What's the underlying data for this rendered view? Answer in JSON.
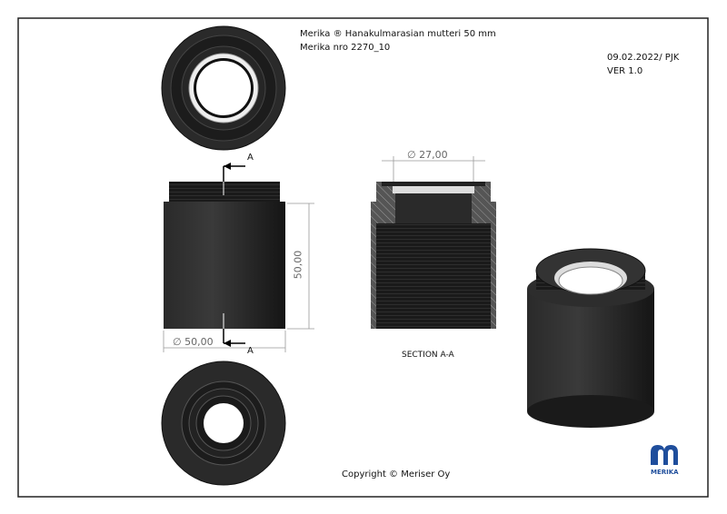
{
  "header": {
    "title": "Merika ® Hanakulmarasian mutteri 50 mm",
    "part_number": "Merika nro  2270_10",
    "date_author": "09.02.2022/ PJK",
    "version": "VER 1.0"
  },
  "dimensions": {
    "inner_diameter": "∅ 27,00",
    "outer_diameter": "∅ 50,00",
    "height": "50,00"
  },
  "section": {
    "marker_top": "A",
    "marker_bottom": "A",
    "label": "SECTION A-A"
  },
  "footer": {
    "copyright": "Copyright © Meriser Oy"
  },
  "logo": {
    "text": "MERIKA",
    "color": "#1f4e9c"
  }
}
